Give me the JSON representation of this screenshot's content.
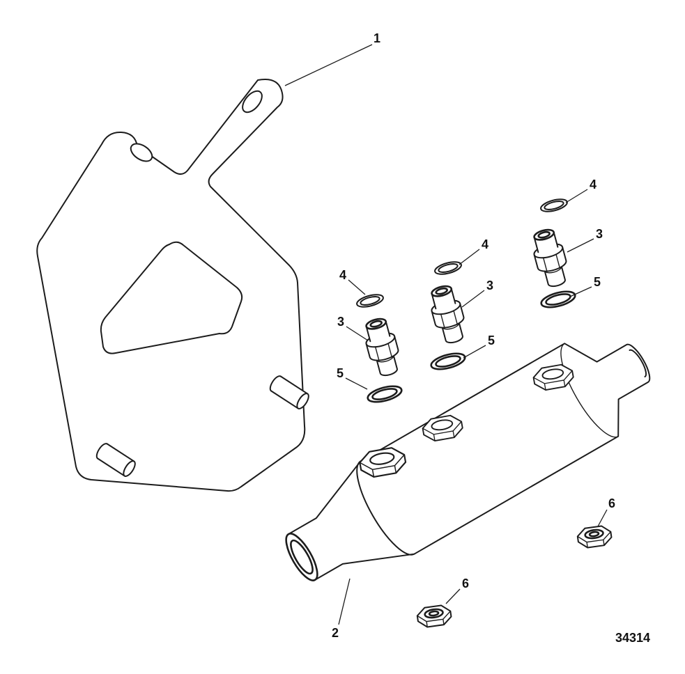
{
  "diagram": {
    "drawing_number": "34314",
    "callouts": {
      "bracket": "1",
      "heat_exchanger": "2",
      "fitting": "3",
      "oring_upper": "4",
      "oring_lower": "5",
      "locknut": "6"
    }
  }
}
